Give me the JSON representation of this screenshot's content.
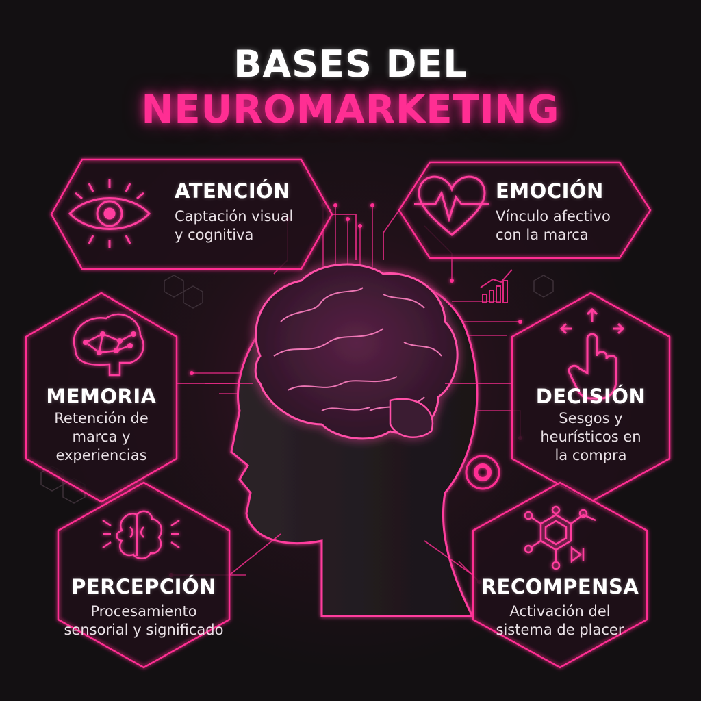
{
  "title": {
    "line1": "BASES DEL",
    "line2": "NEUROMARKETING"
  },
  "colors": {
    "accent": "#ff2e93",
    "background": "#131012",
    "text": "#ffffff"
  },
  "panels": [
    {
      "id": "atencion",
      "title": "ATENCIÓN",
      "text": "Captación visual\ny cognitiva",
      "icon": "eye-icon"
    },
    {
      "id": "emocion",
      "title": "EMOCIÓN",
      "text": "Vínculo afectivo\ncon la marca",
      "icon": "heart-pulse-icon"
    },
    {
      "id": "memoria",
      "title": "MEMORIA",
      "text": "Retención de\nmarca y\nexperiencias",
      "icon": "brain-network-icon"
    },
    {
      "id": "decision",
      "title": "DECISIÓN",
      "text": "Sesgos y\nheurísticos en\nla compra",
      "icon": "hand-touch-icon"
    },
    {
      "id": "percepcion",
      "title": "PERCEPCIÓN",
      "text": "Procesamiento\nsensorial y significado",
      "icon": "brain-senses-icon"
    },
    {
      "id": "recompensa",
      "title": "RECOMPENSA",
      "text": "Activación del\nsistema de placer",
      "icon": "molecule-icon"
    }
  ]
}
